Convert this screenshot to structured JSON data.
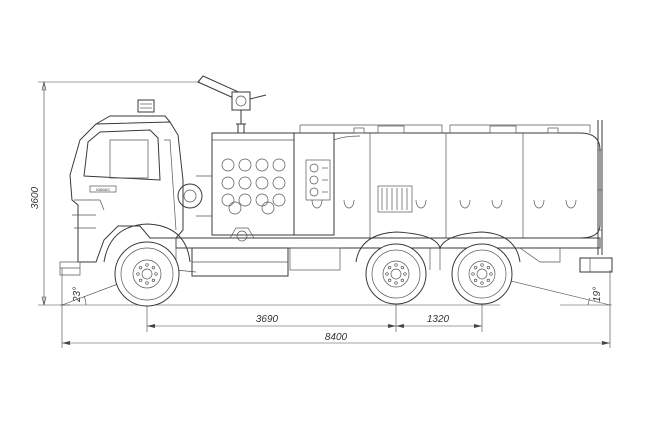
{
  "drawing": {
    "dimensions": {
      "height": "3600",
      "wheelbase": "3690",
      "bogie": "1320",
      "length": "8400",
      "approach_angle": "23°",
      "departure_angle": "19°"
    },
    "cab_badge": "КАМАЗ"
  }
}
